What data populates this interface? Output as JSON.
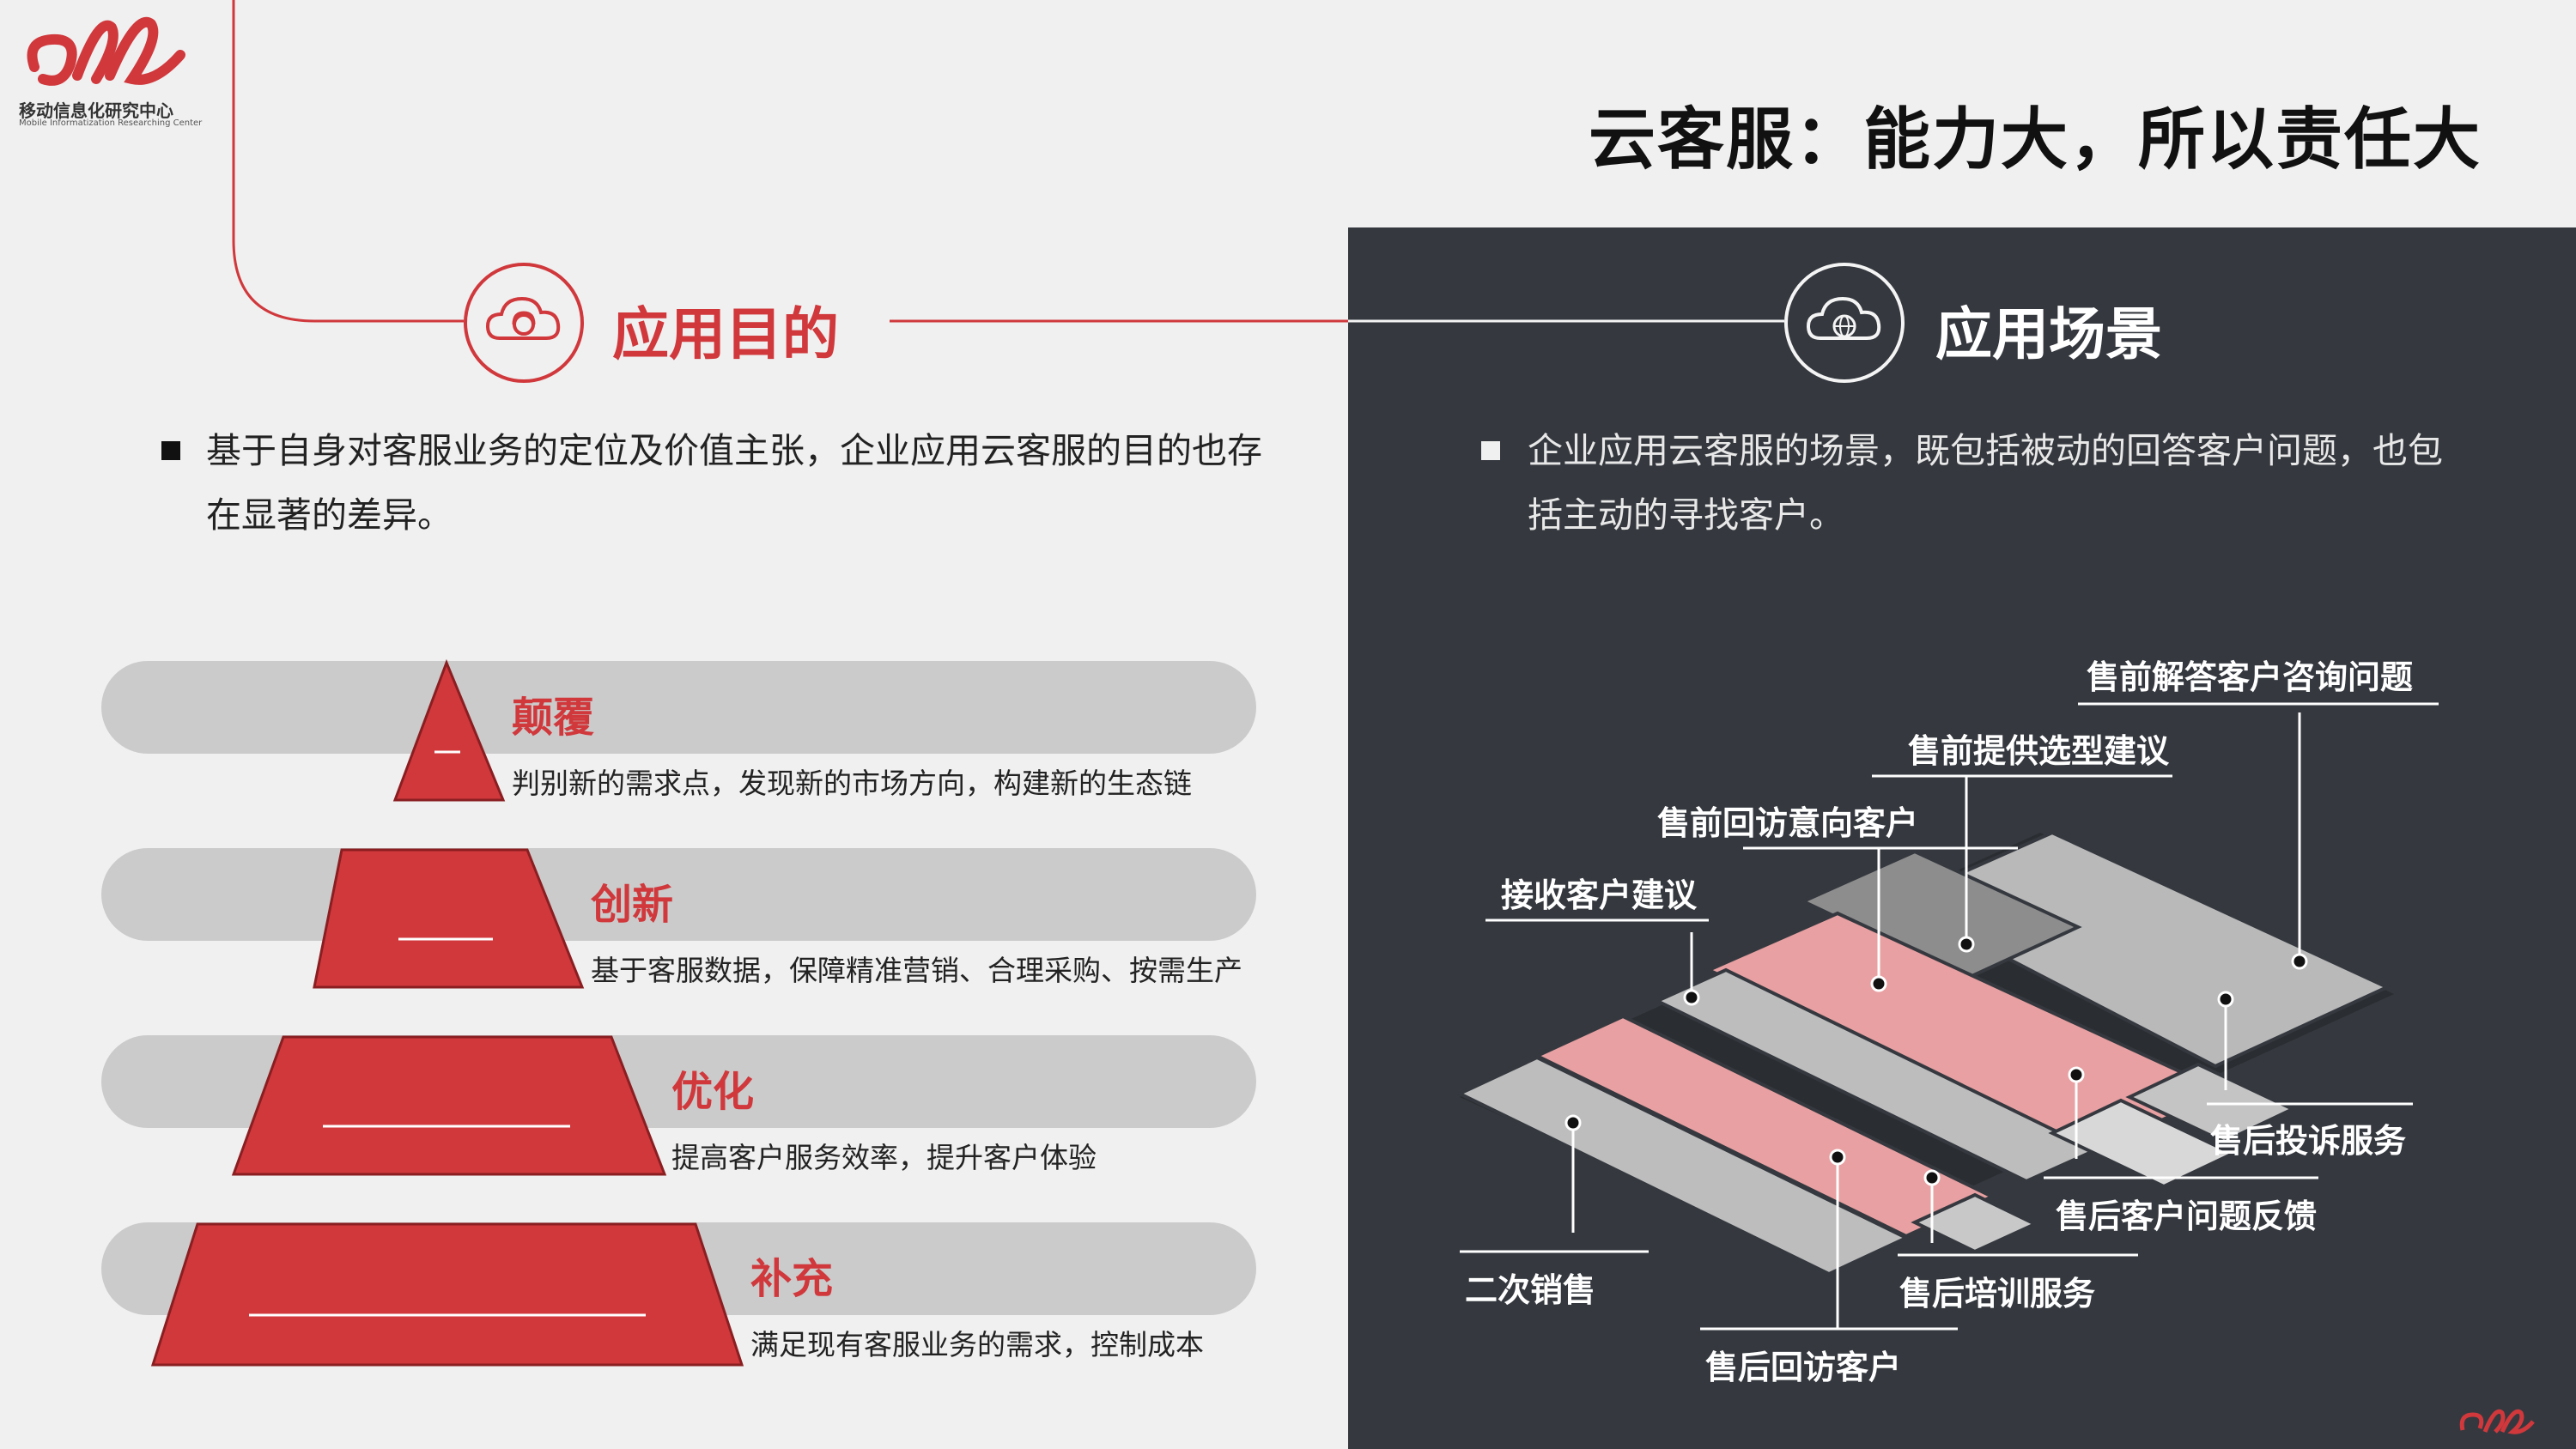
{
  "logo": {
    "name_cn": "移动信息化研究中心",
    "name_en": "Mobile Informatization Researching Center"
  },
  "page_title": "云客服：能力大，所以责任大",
  "colors": {
    "accent": "#d0383c",
    "dark_panel": "#35393f",
    "bar_grey": "#cbcbcb",
    "pink_tile": "#e8a0a2"
  },
  "left_section": {
    "icon": "cloud-headset-icon",
    "heading": "应用目的",
    "bullet": "基于自身对客服业务的定位及价值主张，企业应用云客服的目的也存在显著的差异。",
    "tiers": [
      {
        "title": "颠覆",
        "desc": "判别新的需求点，发现新的市场方向，构建新的生态链"
      },
      {
        "title": "创新",
        "desc": "基于客服数据，保障精准营销、合理采购、按需生产"
      },
      {
        "title": "优化",
        "desc": "提高客户服务效率，提升客户体验"
      },
      {
        "title": "补充",
        "desc": "满足现有客服业务的需求，控制成本"
      }
    ]
  },
  "right_section": {
    "icon": "cloud-globe-icon",
    "heading": "应用场景",
    "bullet": "企业应用云客服的场景，既包括被动的回答客户问题，也包括主动的寻找客户。",
    "labels": {
      "presale_answer": "售前解答客户咨询问题",
      "presale_selection": "售前提供选型建议",
      "presale_revisit": "售前回访意向客户",
      "receive_suggestion": "接收客户建议",
      "after_complaint": "售后投诉服务",
      "after_feedback": "售后客户问题反馈",
      "secondary_sales": "二次销售",
      "after_training": "售后培训服务",
      "after_revisit": "售后回访客户"
    }
  }
}
